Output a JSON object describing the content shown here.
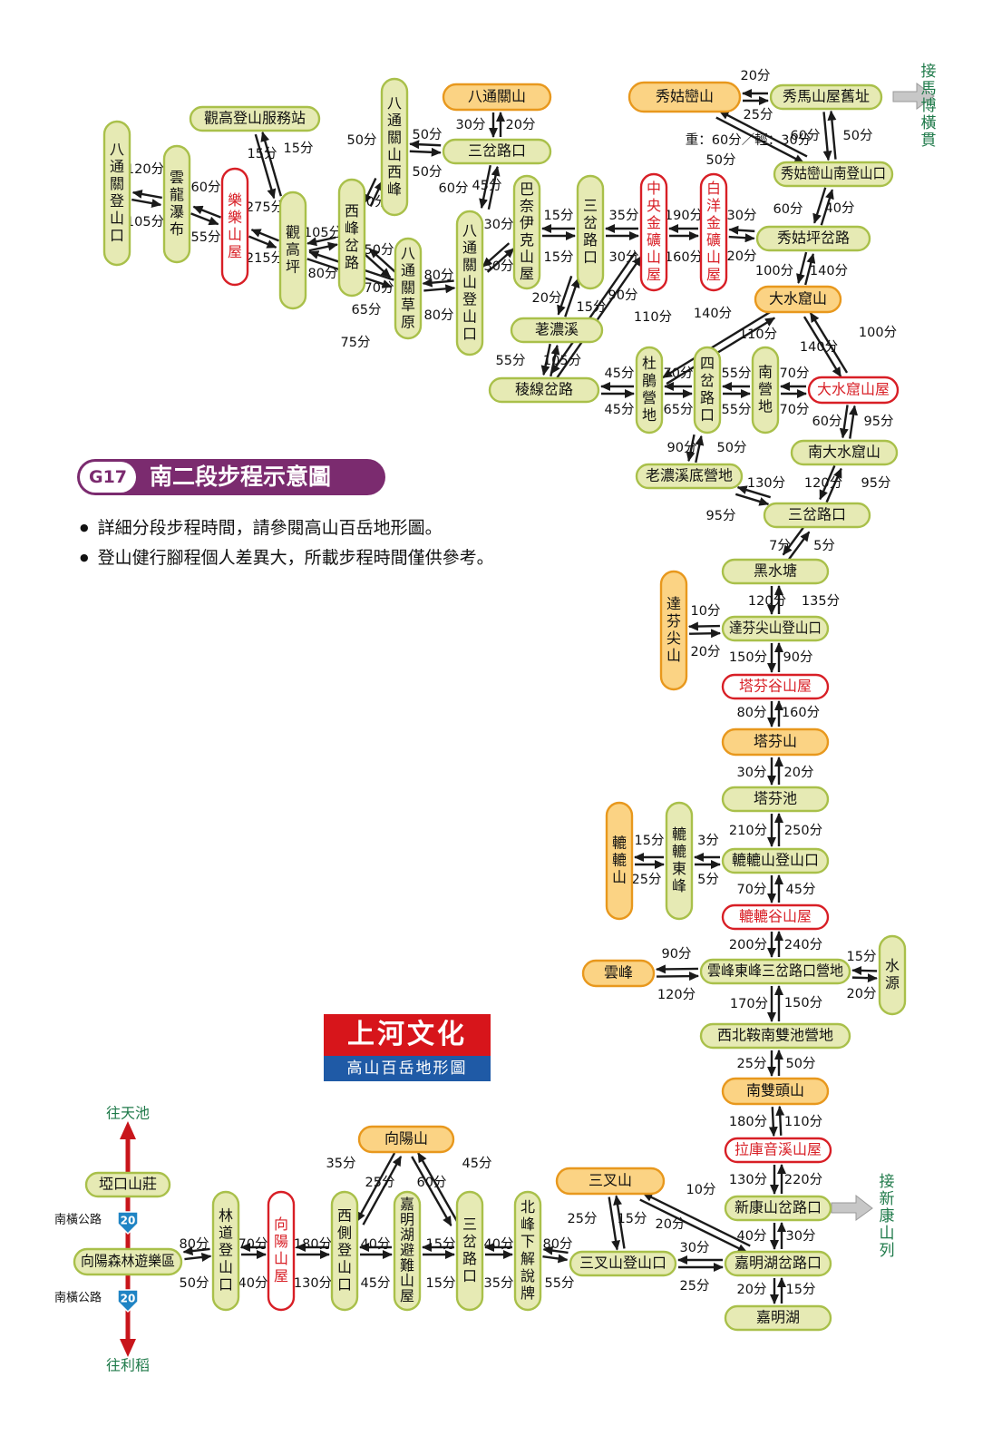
{
  "header": {
    "code": "G17",
    "title": "南二段步程示意圖"
  },
  "notes": [
    "詳細分段步程時間，請參閱高山百岳地形圖。",
    "登山健行腳程個人差異大，所載步程時間僅供參考。"
  ],
  "logo": {
    "name": "上河文化",
    "product": "高山百岳地形圖"
  },
  "legend_colors": {
    "peak": "#fbd384",
    "peak_border": "#e8981d",
    "hut": "#ffffff",
    "hut_border": "#d81f26",
    "place": "#e6eab4",
    "place_border": "#a9c04a"
  },
  "nodes": [
    {
      "id": "bt_dengshan",
      "label": "八通關登山口",
      "kind": "place",
      "dir": "v"
    },
    {
      "id": "yunlong",
      "label": "雲龍瀑布",
      "kind": "place",
      "dir": "v"
    },
    {
      "id": "lele",
      "label": "樂樂山屋",
      "kind": "hut",
      "dir": "v"
    },
    {
      "id": "guangao_fws",
      "label": "觀高登山服務站",
      "kind": "place",
      "dir": "h"
    },
    {
      "id": "guangaoping",
      "label": "觀高坪",
      "kind": "place",
      "dir": "v"
    },
    {
      "id": "xifeng_cha",
      "label": "西峰岔路",
      "kind": "place",
      "dir": "v"
    },
    {
      "id": "bt_xifeng",
      "label": "八通關山西峰",
      "kind": "place",
      "dir": "v"
    },
    {
      "id": "bt_caoyuan",
      "label": "八通關草原",
      "kind": "place",
      "dir": "v"
    },
    {
      "id": "bt_shan",
      "label": "八通關山",
      "kind": "peak",
      "dir": "h"
    },
    {
      "id": "sancha_top",
      "label": "三岔路口",
      "kind": "place",
      "dir": "h"
    },
    {
      "id": "bt_shan_dk",
      "label": "八通關山登山口",
      "kind": "place",
      "dir": "v"
    },
    {
      "id": "banaiyike",
      "label": "巴奈伊克山屋",
      "kind": "place",
      "dir": "v"
    },
    {
      "id": "sancha_v",
      "label": "三岔路口",
      "kind": "place",
      "dir": "v"
    },
    {
      "id": "laonong",
      "label": "荖濃溪",
      "kind": "place",
      "dir": "h"
    },
    {
      "id": "lengxian",
      "label": "稜線岔路",
      "kind": "place",
      "dir": "h"
    },
    {
      "id": "zhongyang",
      "label": "中央金礦山屋",
      "kind": "hut",
      "dir": "v"
    },
    {
      "id": "baiyang",
      "label": "白洋金礦山屋",
      "kind": "hut",
      "dir": "v"
    },
    {
      "id": "xiuguluan",
      "label": "秀姑巒山",
      "kind": "peak",
      "dir": "h"
    },
    {
      "id": "xiuma",
      "label": "秀馬山屋舊址",
      "kind": "place",
      "dir": "h"
    },
    {
      "id": "xiu_nan_dk",
      "label": "秀姑巒山南登山口",
      "kind": "place",
      "dir": "h"
    },
    {
      "id": "xiuguping",
      "label": "秀姑坪岔路",
      "kind": "place",
      "dir": "h"
    },
    {
      "id": "dashuiku",
      "label": "大水窟山",
      "kind": "peak",
      "dir": "h"
    },
    {
      "id": "dujuan",
      "label": "杜鵑營地",
      "kind": "place",
      "dir": "v"
    },
    {
      "id": "sichalukou",
      "label": "四岔路口",
      "kind": "place",
      "dir": "v"
    },
    {
      "id": "nanying",
      "label": "南營地",
      "kind": "place",
      "dir": "v"
    },
    {
      "id": "dashuiku_hut",
      "label": "大水窟山屋",
      "kind": "hut",
      "dir": "h"
    },
    {
      "id": "nan_dashuiku",
      "label": "南大水窟山",
      "kind": "place",
      "dir": "h"
    },
    {
      "id": "laonong_di",
      "label": "老濃溪底營地",
      "kind": "place",
      "dir": "h"
    },
    {
      "id": "sancha_mid",
      "label": "三岔路口",
      "kind": "place",
      "dir": "h"
    },
    {
      "id": "heishuitang",
      "label": "黑水塘",
      "kind": "place",
      "dir": "h"
    },
    {
      "id": "dafen_jian",
      "label": "達芬尖山",
      "kind": "peak",
      "dir": "v"
    },
    {
      "id": "dafen_dk",
      "label": "達芬尖山登山口",
      "kind": "place",
      "dir": "h"
    },
    {
      "id": "tafengu",
      "label": "塔芬谷山屋",
      "kind": "hut",
      "dir": "h"
    },
    {
      "id": "tafenshan",
      "label": "塔芬山",
      "kind": "peak",
      "dir": "h"
    },
    {
      "id": "tafenchi",
      "label": "塔芬池",
      "kind": "place",
      "dir": "h"
    },
    {
      "id": "lulu",
      "label": "轆轆山",
      "kind": "peak",
      "dir": "v"
    },
    {
      "id": "lulu_east",
      "label": "轆轆東峰",
      "kind": "place",
      "dir": "v"
    },
    {
      "id": "lulu_dk",
      "label": "轆轆山登山口",
      "kind": "place",
      "dir": "h"
    },
    {
      "id": "lulugu",
      "label": "轆轆谷山屋",
      "kind": "hut",
      "dir": "h"
    },
    {
      "id": "yunfeng",
      "label": "雲峰",
      "kind": "peak",
      "dir": "h"
    },
    {
      "id": "yunfeng_east",
      "label": "雲峰東峰三岔路口營地",
      "kind": "place",
      "dir": "h"
    },
    {
      "id": "shuiyuan",
      "label": "水源",
      "kind": "place",
      "dir": "v"
    },
    {
      "id": "xibei",
      "label": "西北鞍南雙池營地",
      "kind": "place",
      "dir": "h"
    },
    {
      "id": "nanshuangtou",
      "label": "南雙頭山",
      "kind": "peak",
      "dir": "h"
    },
    {
      "id": "lakuyin",
      "label": "拉庫音溪山屋",
      "kind": "hut",
      "dir": "h"
    },
    {
      "id": "xinkang_cha",
      "label": "新康山岔路口",
      "kind": "place",
      "dir": "h"
    },
    {
      "id": "jiaming_cha",
      "label": "嘉明湖岔路口",
      "kind": "place",
      "dir": "h"
    },
    {
      "id": "jiaminghu",
      "label": "嘉明湖",
      "kind": "place",
      "dir": "h"
    },
    {
      "id": "sancha_shan",
      "label": "三叉山",
      "kind": "peak",
      "dir": "h"
    },
    {
      "id": "sancha_dk",
      "label": "三叉山登山口",
      "kind": "place",
      "dir": "h"
    },
    {
      "id": "beifeng",
      "label": "北峰下解說牌",
      "kind": "place",
      "dir": "v"
    },
    {
      "id": "sancha_low",
      "label": "三岔路口",
      "kind": "place",
      "dir": "v"
    },
    {
      "id": "jiaming_bi",
      "label": "嘉明湖避難山屋",
      "kind": "place",
      "dir": "v"
    },
    {
      "id": "xiangyang_shan",
      "label": "向陽山",
      "kind": "peak",
      "dir": "h"
    },
    {
      "id": "xice_dk",
      "label": "西側登山口",
      "kind": "place",
      "dir": "v"
    },
    {
      "id": "xiangyang_hut",
      "label": "向陽山屋",
      "kind": "hut",
      "dir": "v"
    },
    {
      "id": "lindao",
      "label": "林道登山口",
      "kind": "place",
      "dir": "v"
    },
    {
      "id": "xiangyang_forest",
      "label": "向陽森林遊樂區",
      "kind": "place",
      "dir": "h"
    },
    {
      "id": "yakou",
      "label": "埡口山莊",
      "kind": "place",
      "dir": "h"
    }
  ],
  "edges": [
    {
      "a": "bt_dengshan",
      "b": "yunlong",
      "t1": "120分",
      "t2": "105分"
    },
    {
      "a": "yunlong",
      "b": "lele",
      "t1": "60分",
      "t2": "55分"
    },
    {
      "a": "lele",
      "b": "guangaoping",
      "t1": "275分",
      "t2": "215分"
    },
    {
      "a": "guangao_fws",
      "b": "guangaoping",
      "t1": "15分",
      "t2": "15分"
    },
    {
      "a": "guangaoping",
      "b": "xifeng_cha",
      "t1": "105分",
      "t2": "80分"
    },
    {
      "a": "xifeng_cha",
      "b": "bt_xifeng",
      "t1": "50分",
      "t2": "30分"
    },
    {
      "a": "xifeng_cha",
      "b": "bt_caoyuan",
      "t1": "50分",
      "t2": "70分"
    },
    {
      "a": "guangaoping",
      "b": "bt_caoyuan",
      "t1": "65分",
      "t2": "75分"
    },
    {
      "a": "bt_xifeng",
      "b": "sancha_top",
      "t1": "50分",
      "t2": "50分"
    },
    {
      "a": "bt_shan",
      "b": "sancha_top",
      "t1": "30分",
      "t2": "20分"
    },
    {
      "a": "sancha_top",
      "b": "bt_shan_dk",
      "t1": "60分",
      "t2": "45分"
    },
    {
      "a": "bt_caoyuan",
      "b": "bt_shan_dk",
      "t1": "80分",
      "t2": "80分"
    },
    {
      "a": "bt_shan_dk",
      "b": "banaiyike",
      "t1": "30分",
      "t2": "30分"
    },
    {
      "a": "banaiyike",
      "b": "sancha_v",
      "t1": "15分",
      "t2": "15分"
    },
    {
      "a": "sancha_v",
      "b": "laonong",
      "t1": "20分",
      "t2": "15分"
    },
    {
      "a": "laonong",
      "b": "lengxian",
      "t1": "55分",
      "t2": "105分"
    },
    {
      "a": "sancha_v",
      "b": "zhongyang",
      "t1": "35分",
      "t2": "30分"
    },
    {
      "a": "lengxian",
      "b": "zhongyang",
      "t1": "90分",
      "t2": "110分"
    },
    {
      "a": "zhongyang",
      "b": "baiyang",
      "t1": "190分",
      "t2": "160分"
    },
    {
      "a": "xiuguluan",
      "b": "xiuma",
      "t1": "20分",
      "t2": "25分"
    },
    {
      "a": "xiuma",
      "b": "xiu_nan_dk",
      "t1": "60分",
      "t2": "50分"
    },
    {
      "a": "xiuguluan",
      "b": "xiu_nan_dk",
      "t1": "重：60分／輕：30分",
      "t2": "50分"
    },
    {
      "a": "xiu_nan_dk",
      "b": "xiuguping",
      "t1": "60分",
      "t2": "40分"
    },
    {
      "a": "baiyang",
      "b": "xiuguping",
      "t1": "30分",
      "t2": "20分"
    },
    {
      "a": "xiuguping",
      "b": "dashuiku",
      "t1": "100分",
      "t2": "140分"
    },
    {
      "a": "dashuiku",
      "b": "dujuan",
      "t1": "140分",
      "t2": "110分"
    },
    {
      "a": "dashuiku",
      "b": "dashuiku_hut",
      "t1": "140分",
      "t2": "100分"
    },
    {
      "a": "lengxian",
      "b": "dujuan",
      "t1": "45分",
      "t2": "45分"
    },
    {
      "a": "dujuan",
      "b": "sichalukou",
      "t1": "70分",
      "t2": "65分"
    },
    {
      "a": "sichalukou",
      "b": "nanying",
      "t1": "55分",
      "t2": "55分"
    },
    {
      "a": "nanying",
      "b": "dashuiku_hut",
      "t1": "70分",
      "t2": "70分"
    },
    {
      "a": "dashuiku_hut",
      "b": "nan_dashuiku",
      "t1": "60分",
      "t2": "95分"
    },
    {
      "a": "sichalukou",
      "b": "laonong_di",
      "t1": "90分",
      "t2": "50分"
    },
    {
      "a": "nan_dashuiku",
      "b": "sancha_mid",
      "t1": "120分",
      "t2": "95分"
    },
    {
      "a": "laonong_di",
      "b": "sancha_mid",
      "t1": "130分",
      "t2": "95分"
    },
    {
      "a": "sancha_mid",
      "b": "heishuitang",
      "t1": "7分",
      "t2": "5分"
    },
    {
      "a": "heishuitang",
      "b": "dafen_dk",
      "t1": "120分",
      "t2": "135分"
    },
    {
      "a": "dafen_jian",
      "b": "dafen_dk",
      "t1": "10分",
      "t2": "20分"
    },
    {
      "a": "dafen_dk",
      "b": "tafengu",
      "t1": "150分",
      "t2": "90分"
    },
    {
      "a": "tafengu",
      "b": "tafenshan",
      "t1": "80分",
      "t2": "160分"
    },
    {
      "a": "tafenshan",
      "b": "tafenchi",
      "t1": "30分",
      "t2": "20分"
    },
    {
      "a": "tafenchi",
      "b": "lulu_dk",
      "t1": "210分",
      "t2": "250分"
    },
    {
      "a": "lulu",
      "b": "lulu_east",
      "t1": "15分",
      "t2": "25分"
    },
    {
      "a": "lulu_east",
      "b": "lulu_dk",
      "t1": "3分",
      "t2": "5分"
    },
    {
      "a": "lulu_dk",
      "b": "lulugu",
      "t1": "70分",
      "t2": "45分"
    },
    {
      "a": "lulugu",
      "b": "yunfeng_east",
      "t1": "200分",
      "t2": "240分"
    },
    {
      "a": "yunfeng",
      "b": "yunfeng_east",
      "t1": "90分",
      "t2": "120分"
    },
    {
      "a": "yunfeng_east",
      "b": "shuiyuan",
      "t1": "15分",
      "t2": "20分"
    },
    {
      "a": "yunfeng_east",
      "b": "xibei",
      "t1": "170分",
      "t2": "150分"
    },
    {
      "a": "xibei",
      "b": "nanshuangtou",
      "t1": "25分",
      "t2": "50分"
    },
    {
      "a": "nanshuangtou",
      "b": "lakuyin",
      "t1": "180分",
      "t2": "110分"
    },
    {
      "a": "lakuyin",
      "b": "xinkang_cha",
      "t1": "130分",
      "t2": "220分"
    },
    {
      "a": "xinkang_cha",
      "b": "jiaming_cha",
      "t1": "40分",
      "t2": "30分"
    },
    {
      "a": "jiaming_cha",
      "b": "jiaminghu",
      "t1": "20分",
      "t2": "15分"
    },
    {
      "a": "sancha_shan",
      "b": "jiaming_cha",
      "t1": "10分",
      "t2": "20分"
    },
    {
      "a": "sancha_shan",
      "b": "sancha_dk",
      "t1": "25分",
      "t2": "15分"
    },
    {
      "a": "sancha_dk",
      "b": "jiaming_cha",
      "t1": "30分",
      "t2": "25分"
    },
    {
      "a": "beifeng",
      "b": "sancha_dk",
      "t1": "80分",
      "t2": "55分"
    },
    {
      "a": "sancha_low",
      "b": "beifeng",
      "t1": "40分",
      "t2": "35分"
    },
    {
      "a": "jiaming_bi",
      "b": "sancha_low",
      "t1": "15分",
      "t2": "15分"
    },
    {
      "a": "xice_dk",
      "b": "jiaming_bi",
      "t1": "40分",
      "t2": "45分"
    },
    {
      "a": "xiangyang_shan",
      "b": "xice_dk",
      "t1": "35分",
      "t2": "25分"
    },
    {
      "a": "xiangyang_shan",
      "b": "sancha_low",
      "t1": "45分",
      "t2": "60分"
    },
    {
      "a": "xiangyang_hut",
      "b": "xice_dk",
      "t1": "180分",
      "t2": "130分"
    },
    {
      "a": "lindao",
      "b": "xiangyang_hut",
      "t1": "70分",
      "t2": "40分"
    },
    {
      "a": "xiangyang_forest",
      "b": "lindao",
      "t1": "80分",
      "t2": "50分"
    }
  ],
  "connectors": [
    {
      "label": "接馬博橫貫"
    },
    {
      "label": "接新康山列"
    }
  ],
  "road": {
    "north": "往天池",
    "south": "往利稻",
    "name_top": "南橫公路",
    "name_bottom": "南橫公路",
    "shield": "20"
  }
}
